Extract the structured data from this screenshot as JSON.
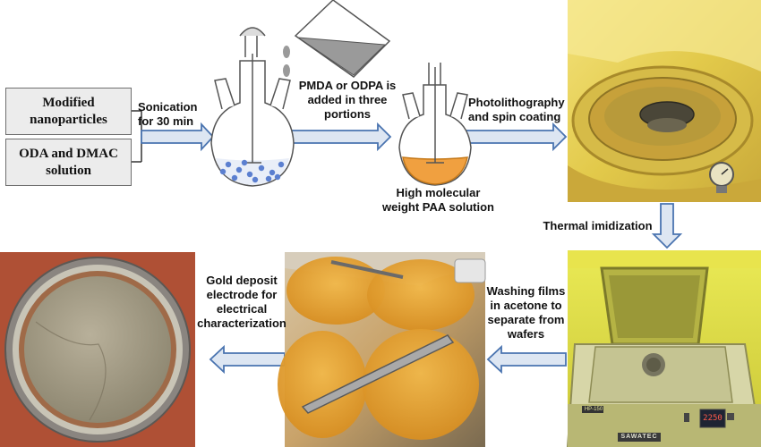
{
  "inputs": {
    "box1": [
      "Modified",
      "nanoparticles"
    ],
    "box2": [
      "ODA and DMAC",
      "solution"
    ]
  },
  "steps": {
    "sonication": [
      "Sonication",
      "for 30 min"
    ],
    "addition": [
      "PMDA or ODPA is",
      "added in three",
      "portions"
    ],
    "product": [
      "High molecular",
      "weight PAA solution"
    ],
    "lithography": [
      "Photolithography",
      "and spin coating"
    ],
    "imidization": [
      "Thermal imidization"
    ],
    "washing": [
      "Washing films",
      "in acetone to",
      "separate from",
      "wafers"
    ],
    "gold": [
      "Gold deposit",
      "electrode for",
      "electrical",
      "characterization"
    ]
  },
  "device": {
    "hotplate_brand": "SAWATEC",
    "hotplate_model": "HP-150",
    "display_value": "2250"
  },
  "colors": {
    "arrow_fill": "#dde6f2",
    "arrow_stroke": "#4a74b0",
    "paa_solution": "#f0a040",
    "particles": "#5b7fd0",
    "yellow_room": "#e8d84a",
    "film_orange": "#e2a030"
  }
}
